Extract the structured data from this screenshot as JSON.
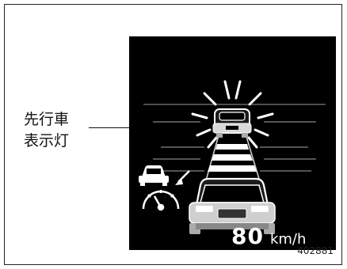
{
  "callout": {
    "line1": "先行車",
    "line2": "表示灯"
  },
  "display": {
    "speed_value": "80",
    "speed_unit": "km/h"
  },
  "figure_code": "402881",
  "icons": {
    "lead_vehicle_indicator": "lead-vehicle-indicator-icon",
    "set_speed_meter": "car-speedometer-icon"
  },
  "colors": {
    "display_bg": "#000000",
    "graphics": "#ffffff"
  }
}
